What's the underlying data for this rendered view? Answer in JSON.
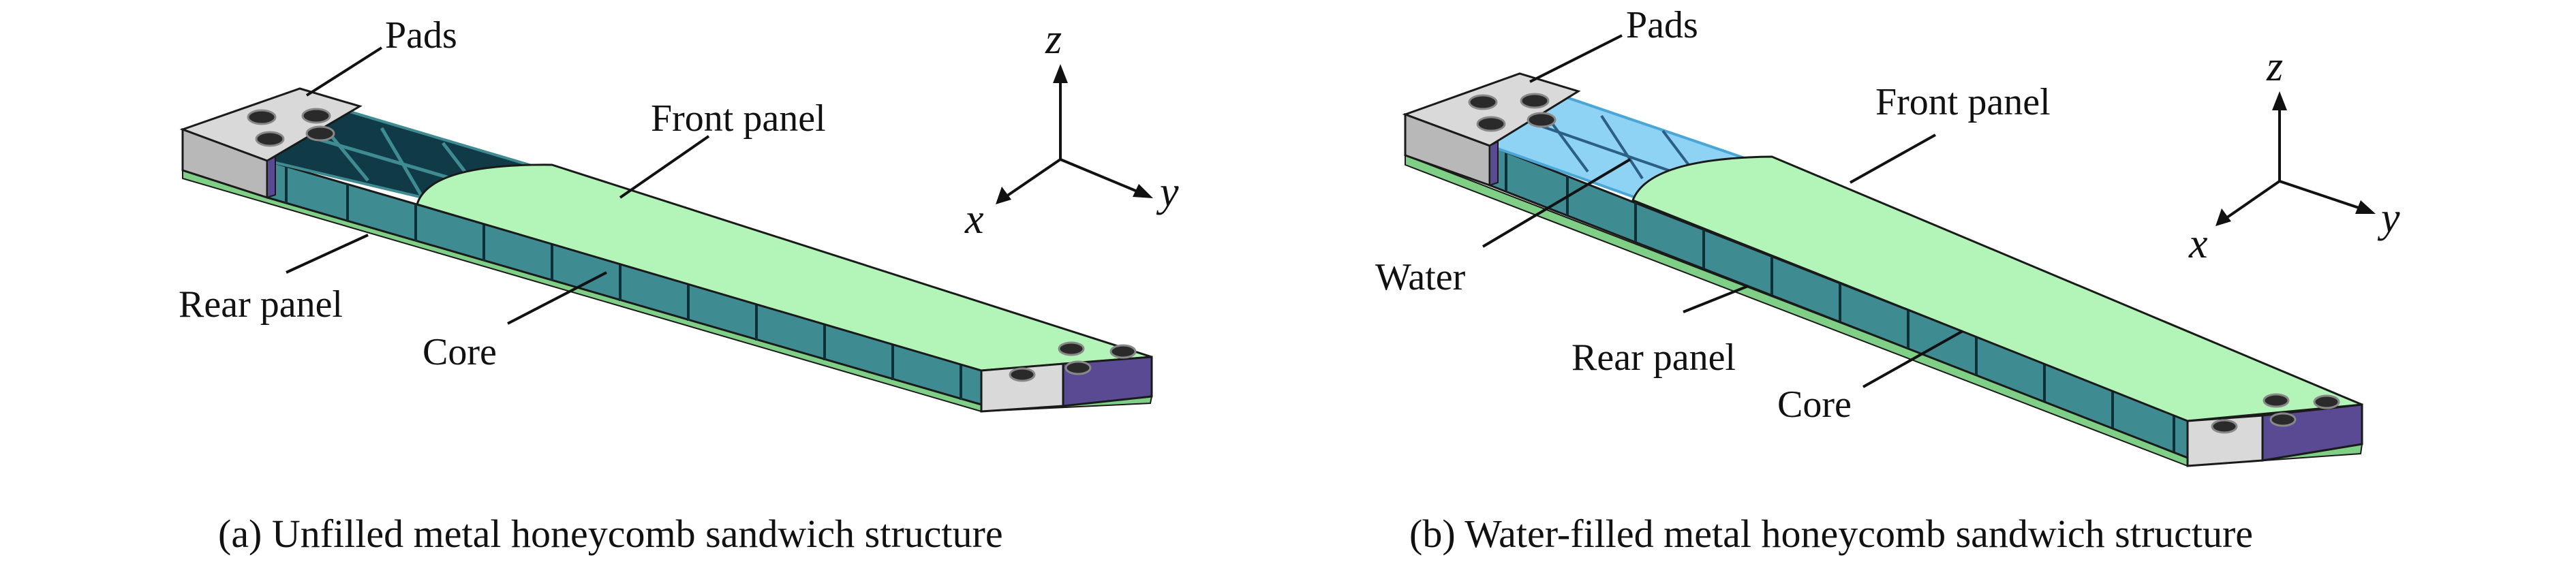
{
  "panels": [
    {
      "labels": {
        "pads": "Pads",
        "front_panel": "Front panel",
        "rear_panel": "Rear panel",
        "core": "Core"
      },
      "axes": {
        "z": "z",
        "x": "x",
        "y": "y"
      },
      "caption": "(a) Unfilled metal honeycomb sandwich structure"
    },
    {
      "labels": {
        "pads": "Pads",
        "front_panel": "Front panel",
        "water": "Water",
        "rear_panel": "Rear panel",
        "core": "Core"
      },
      "axes": {
        "z": "z",
        "x": "x",
        "y": "y"
      },
      "caption": "(b) Water-filled metal honeycomb sandwich structure"
    }
  ],
  "colors": {
    "front_panel": "#b3f5b8",
    "core_face": "#3f8b92",
    "core_top": "#2e6f77",
    "cell_dark": "#0f3a46",
    "pad_top": "#d9d9d9",
    "pad_side": "#b8b8b8",
    "end_cap": "#5a4a93",
    "rear_panel_strip": "#7fcf87",
    "water": "#8fd3f4",
    "water_edge": "#4aa6d6"
  }
}
